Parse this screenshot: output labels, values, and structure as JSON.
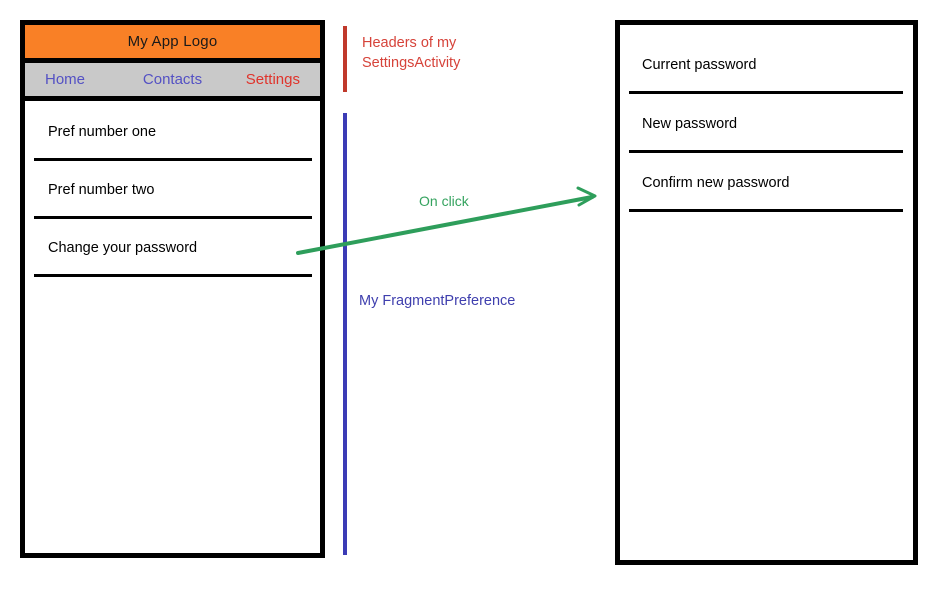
{
  "settings_screen": {
    "logo_bar": {
      "title": "My App Logo",
      "background_color": "#F98026"
    },
    "nav": {
      "background_color": "#c9c9c9",
      "items": [
        {
          "label": "Home",
          "color": "#5451c4"
        },
        {
          "label": "Contacts",
          "color": "#5451c4"
        },
        {
          "label": "Settings",
          "color": "#e0342c"
        }
      ]
    },
    "preferences": [
      {
        "label": "Pref number one"
      },
      {
        "label": "Pref number two"
      },
      {
        "label": "Change your password"
      }
    ]
  },
  "password_screen": {
    "fields": [
      {
        "label": "Current password"
      },
      {
        "label": "New password"
      },
      {
        "label": "Confirm new password"
      }
    ]
  },
  "annotations": {
    "header": {
      "text": "Headers of my\nSettingsActivity",
      "color": "#d6433a"
    },
    "fragment": {
      "text": "My FragmentPreference",
      "color": "#3f3fae"
    },
    "on_click": {
      "text": "On click",
      "color": "#35a35f"
    }
  }
}
